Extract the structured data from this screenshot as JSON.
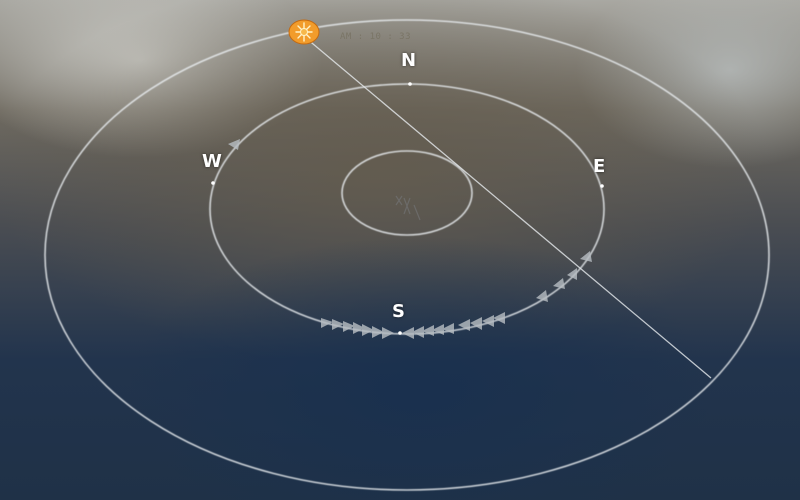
{
  "compass": {
    "north": "N",
    "south": "S",
    "east": "E",
    "west": "W"
  },
  "sun": {
    "time_text": "AM : 10 : 33",
    "color": "#f29c2b"
  },
  "colors": {
    "ring": "#e8ecef",
    "track_arrows": "#b8bec3",
    "sea": "#1f3147",
    "land": "#6f6a60"
  }
}
